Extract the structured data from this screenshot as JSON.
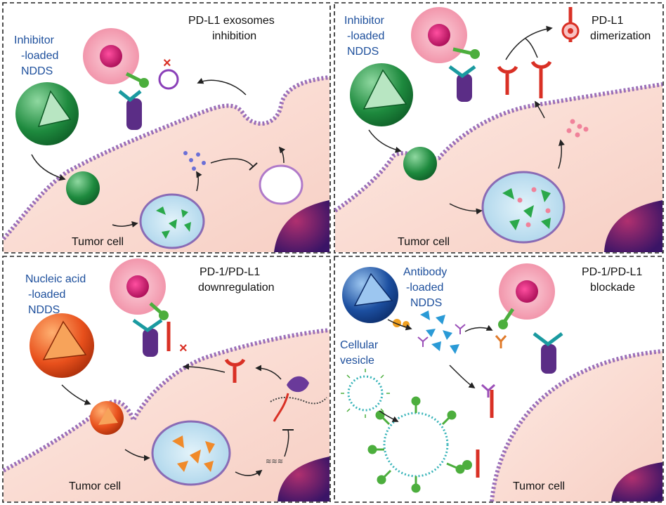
{
  "panels": {
    "top_left": {
      "title_line1": "PD-L1 exosomes",
      "title_line2": "inhibition",
      "carrier_line1": "Inhibitor",
      "carrier_line2": "-loaded",
      "carrier_line3": "NDDS",
      "cell_label": "Tumor cell"
    },
    "top_right": {
      "title_line1": "PD-L1",
      "title_line2": "dimerization",
      "carrier_line1": "Inhibitor",
      "carrier_line2": "-loaded",
      "carrier_line3": "NDDS",
      "cell_label": "Tumor cell"
    },
    "bottom_left": {
      "title_line1": "PD-1/PD-L1",
      "title_line2": "downregulation",
      "carrier_line1": "Nucleic acid",
      "carrier_line2": "-loaded",
      "carrier_line3": "NDDS",
      "cell_label": "Tumor cell"
    },
    "bottom_right": {
      "title_line1": "PD-1/PD-L1",
      "title_line2": "blockade",
      "carrier_line1": "Antibody",
      "carrier_line2": "-loaded",
      "carrier_line3": "NDDS",
      "vesicle_line1": "Cellular",
      "vesicle_line2": "vesicle",
      "cell_label": "Tumor cell"
    }
  },
  "colors": {
    "panel_border": "#222222",
    "cytoplasm": "#fbe2d9",
    "membrane": "#9b6fb8",
    "nucleus_fill": "#cfe6f2",
    "nucleus_border": "#8a6bb5",
    "tumor_nucleus": "#6a2a8a",
    "t_cell_outer": "#f4a6b8",
    "t_cell_inner": "#d81b72",
    "green_carrier": "#1e8a3e",
    "orange_carrier": "#e8501c",
    "blue_carrier": "#1c4fa0",
    "receptor_teal": "#1a9aa0",
    "receptor_purple": "#5b2d86",
    "pdl1_red": "#d93025",
    "ligand_green": "#4cae3d",
    "label_blue": "#1d4f9c"
  }
}
